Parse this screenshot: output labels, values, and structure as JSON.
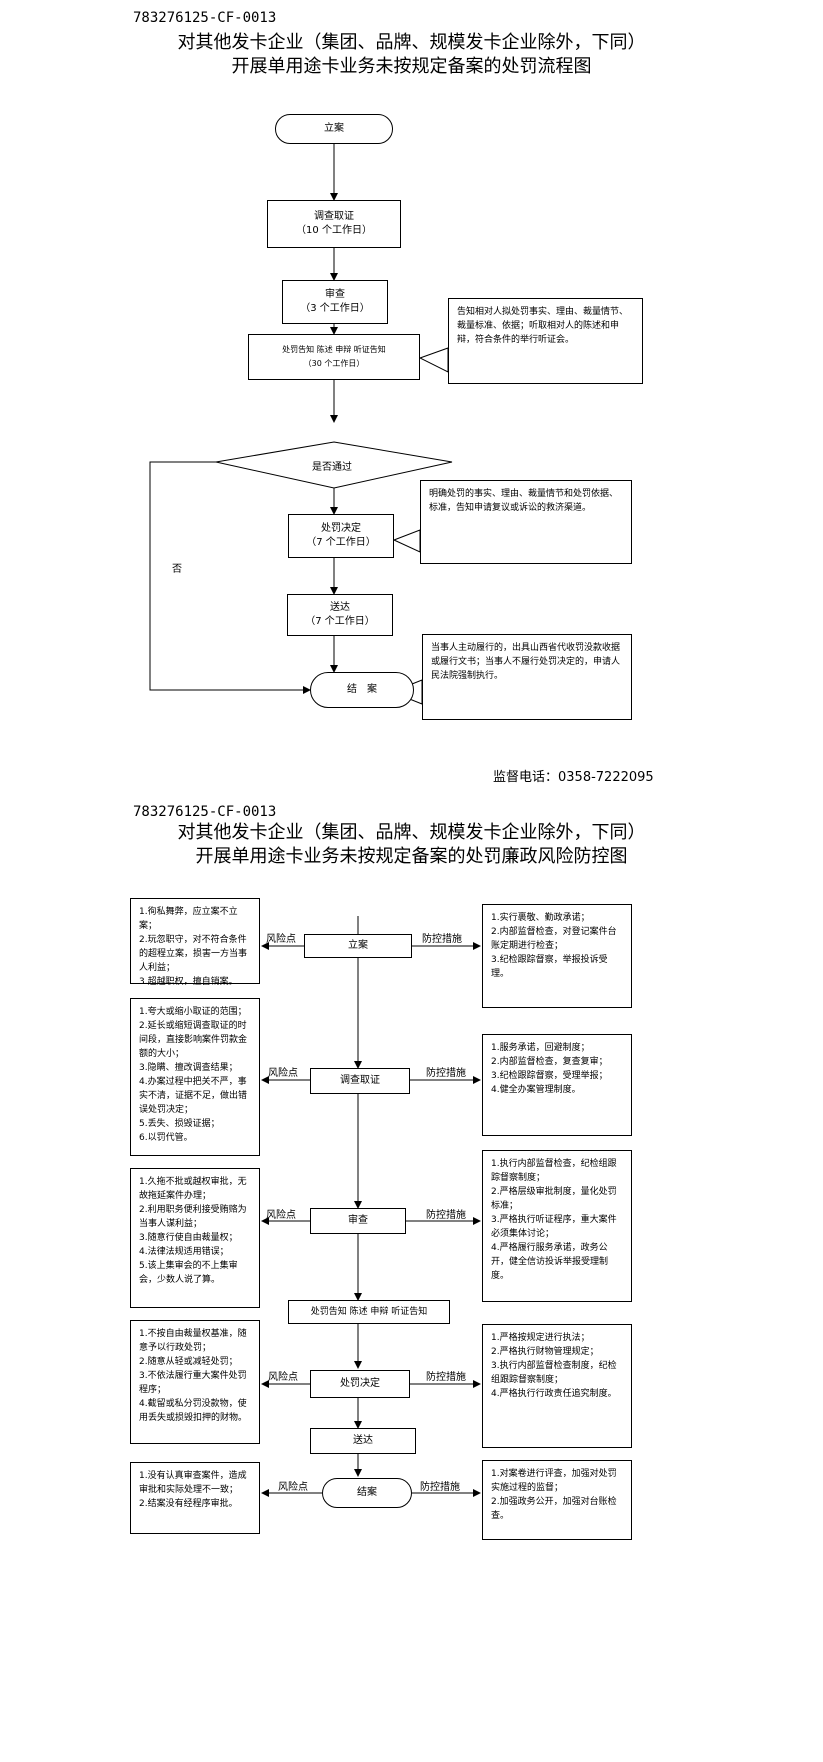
{
  "doc1": {
    "code": "783276125-CF-0013",
    "title_line1": "对其他发卡企业（集团、品牌、规模发卡企业除外，下同）",
    "title_line2": "开展单用途卡业务未按规定备案的处罚流程图",
    "start": "立案",
    "step_investigate": "调查取证",
    "step_investigate_days": "（10 个工作日）",
    "step_review": "审查",
    "step_review_days": "（3 个工作日）",
    "step_notify": "处罚告知 陈述 申辩 听证告知",
    "step_notify_days": "（30 个工作日）",
    "note_notify": "告知相对人拟处罚事实、理由、裁量情节、裁量标准、依据；听取相对人的陈述和申辩，符合条件的举行听证会。",
    "decision_q": "是否通过",
    "no_label": "否",
    "step_decide": "处罚决定",
    "step_decide_days": "（7 个工作日）",
    "note_decide": "明确处罚的事实、理由、裁量情节和处罚依据、标准，告知申请复议或诉讼的救济渠道。",
    "step_deliver": "送达",
    "step_deliver_days": "（7 个工作日）",
    "end": "结　案",
    "note_end": "当事人主动履行的，出具山西省代收罚没款收据或履行文书；当事人不履行处罚决定的，申请人民法院强制执行。",
    "hotline": "监督电话：0358-7222095"
  },
  "doc2": {
    "code": "783276125-CF-0013",
    "title_line1": "对其他发卡企业（集团、品牌、规模发卡企业除外，下同）",
    "title_line2": "开展单用途卡业务未按规定备案的处罚廉政风险防控图",
    "risk_label": "风险点",
    "control_label": "防控措施",
    "nodes": {
      "start": "立案",
      "investigate": "调查取证",
      "review": "审查",
      "notify": "处罚告知 陈述 申辩 听证告知",
      "decide": "处罚决定",
      "deliver": "送达",
      "end": "结案"
    },
    "risks": {
      "start": [
        "1.徇私舞弊，应立案不立案；",
        "2.玩忽职守，对不符合条件的超程立案，损害一方当事人利益；",
        "3.超越职权，擅自销案。"
      ],
      "investigate": [
        "1.夸大或缩小取证的范围；",
        "2.延长或缩短调查取证的时间段，直接影响案件罚款金额的大小；",
        "3.隐瞒、擅改调查结果；",
        "4.办案过程中把关不严，事实不清，证据不足，做出错误处罚决定；",
        "5.丢失、损毁证据；",
        "6.以罚代管。"
      ],
      "review": [
        "1.久拖不批或越权审批，无故拖延案件办理；",
        "2.利用职务便利接受贿赂为当事人谋利益；",
        "3.随意行使自由裁量权；",
        "4.法律法规适用错误；",
        "5.该上集审会的不上集审会，少数人说了算。"
      ],
      "decide": [
        "1.不按自由裁量权基准，随意予以行政处罚；",
        "2.随意从轻或减轻处罚；",
        "3.不依法履行重大案件处罚程序；",
        "4.截留或私分罚没款物，使用丢失或损毁扣押的财物。"
      ],
      "end": [
        "1.没有认真审查案件，造成审批和实际处理不一致；",
        "2.结案没有经程序审批。"
      ]
    },
    "controls": {
      "start": [
        "1.实行裹敬、勤政承诺；",
        "2.内部监督检查，对登记案件台账定期进行检查；",
        "3.纪检跟踪督察，举报投诉受理。"
      ],
      "investigate": [
        "1.服务承诺，回避制度；",
        "2.内部监督检查，复查复审；",
        "3.纪检跟踪督察，受理举报；",
        "4.健全办案管理制度。"
      ],
      "review": [
        "1.执行内部监督检查，纪检组跟踪督察制度；",
        "2.严格层级审批制度，量化处罚标准；",
        "3.严格执行听证程序，重大案件必须集体讨论；",
        "4.严格履行服务承诺，政务公开，健全信访投诉举报受理制度。"
      ],
      "decide": [
        "1.严格按规定进行执法；",
        "2.严格执行财物管理规定；",
        "3.执行内部监督检查制度，纪检组跟踪督察制度；",
        "4.严格执行行政责任追究制度。"
      ],
      "end": [
        "1.对案卷进行评查，加强对处罚实施过程的监督；",
        "2.加强政务公开，加强对台账检查。"
      ]
    }
  }
}
